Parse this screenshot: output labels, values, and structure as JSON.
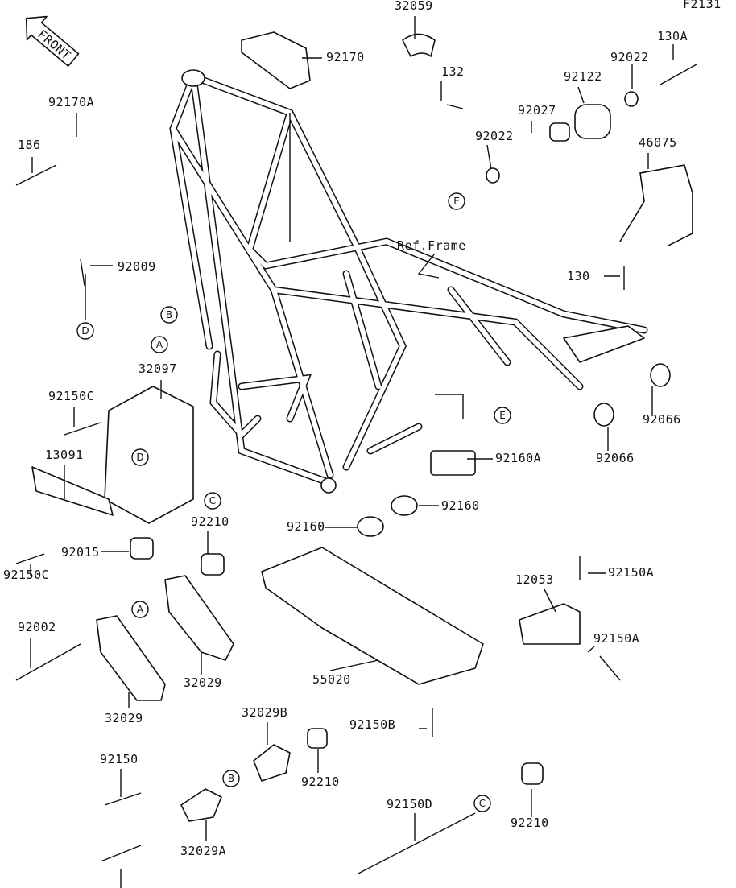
{
  "diagram_code": "F2131",
  "front_badge": "FRONT",
  "labels": [
    "32059",
    "92170",
    "130A",
    "92022",
    "92122",
    "132",
    "92170A",
    "92027",
    "92022",
    "186",
    "46075",
    "Ref.Frame",
    "130",
    "92009",
    "32097",
    "92150C",
    "92066",
    "13091",
    "92160A",
    "92066",
    "92160",
    "92210",
    "92160",
    "92015",
    "92150A",
    "92150C",
    "12053",
    "92002",
    "92150A",
    "32029",
    "55020",
    "32029",
    "32029B",
    "92150B",
    "92150",
    "92210",
    "92150D",
    "92210",
    "32029A"
  ],
  "callouts": [
    "B",
    "A",
    "D",
    "E",
    "E",
    "C",
    "D",
    "A",
    "B",
    "C"
  ]
}
